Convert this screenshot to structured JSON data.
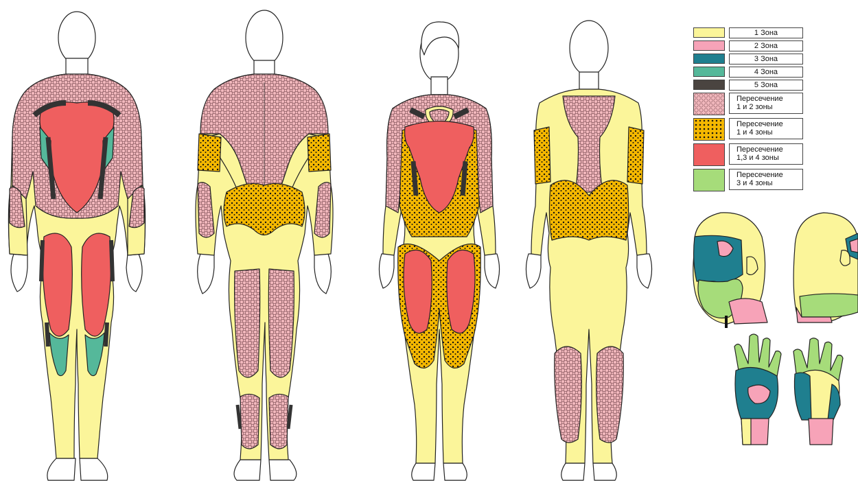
{
  "colors": {
    "zone1": "#fbf59a",
    "zone2": "#f7a3b8",
    "zone3": "#1f7f8f",
    "zone4": "#55b89a",
    "zone5": "#4a4440",
    "overlap12": "#f2b8bd",
    "overlap14": "#f5b800",
    "overlap134": "#ef5f5f",
    "overlap34": "#a6dc7a",
    "outline": "#222222",
    "skin": "#ffffff"
  },
  "legend": [
    {
      "key": "zone1",
      "label": "1 Зона",
      "pattern": "solid"
    },
    {
      "key": "zone2",
      "label": "2 Зона",
      "pattern": "solid"
    },
    {
      "key": "zone3",
      "label": "3 Зона",
      "pattern": "solid"
    },
    {
      "key": "zone4",
      "label": "4 Зона",
      "pattern": "solid"
    },
    {
      "key": "zone5",
      "label": "5 Зона",
      "pattern": "solid"
    },
    {
      "key": "overlap12",
      "label": "Пересечение\n1 и 2 зоны",
      "pattern": "hatch"
    },
    {
      "key": "overlap14",
      "label": "Пересечение\n1 и 4 зоны",
      "pattern": "dots"
    },
    {
      "key": "overlap134",
      "label": "Пересечение\n1,3 и 4 зоны",
      "pattern": "solid"
    },
    {
      "key": "overlap34",
      "label": "Пересечение\n3 и 4 зоны",
      "pattern": "solid"
    }
  ],
  "figures": [
    {
      "name": "male-front-figure"
    },
    {
      "name": "male-back-figure"
    },
    {
      "name": "female-front-figure"
    },
    {
      "name": "female-back-figure"
    },
    {
      "name": "head-front-figure"
    },
    {
      "name": "head-back-figure"
    },
    {
      "name": "hand-palm-figure"
    },
    {
      "name": "hand-back-figure"
    }
  ]
}
